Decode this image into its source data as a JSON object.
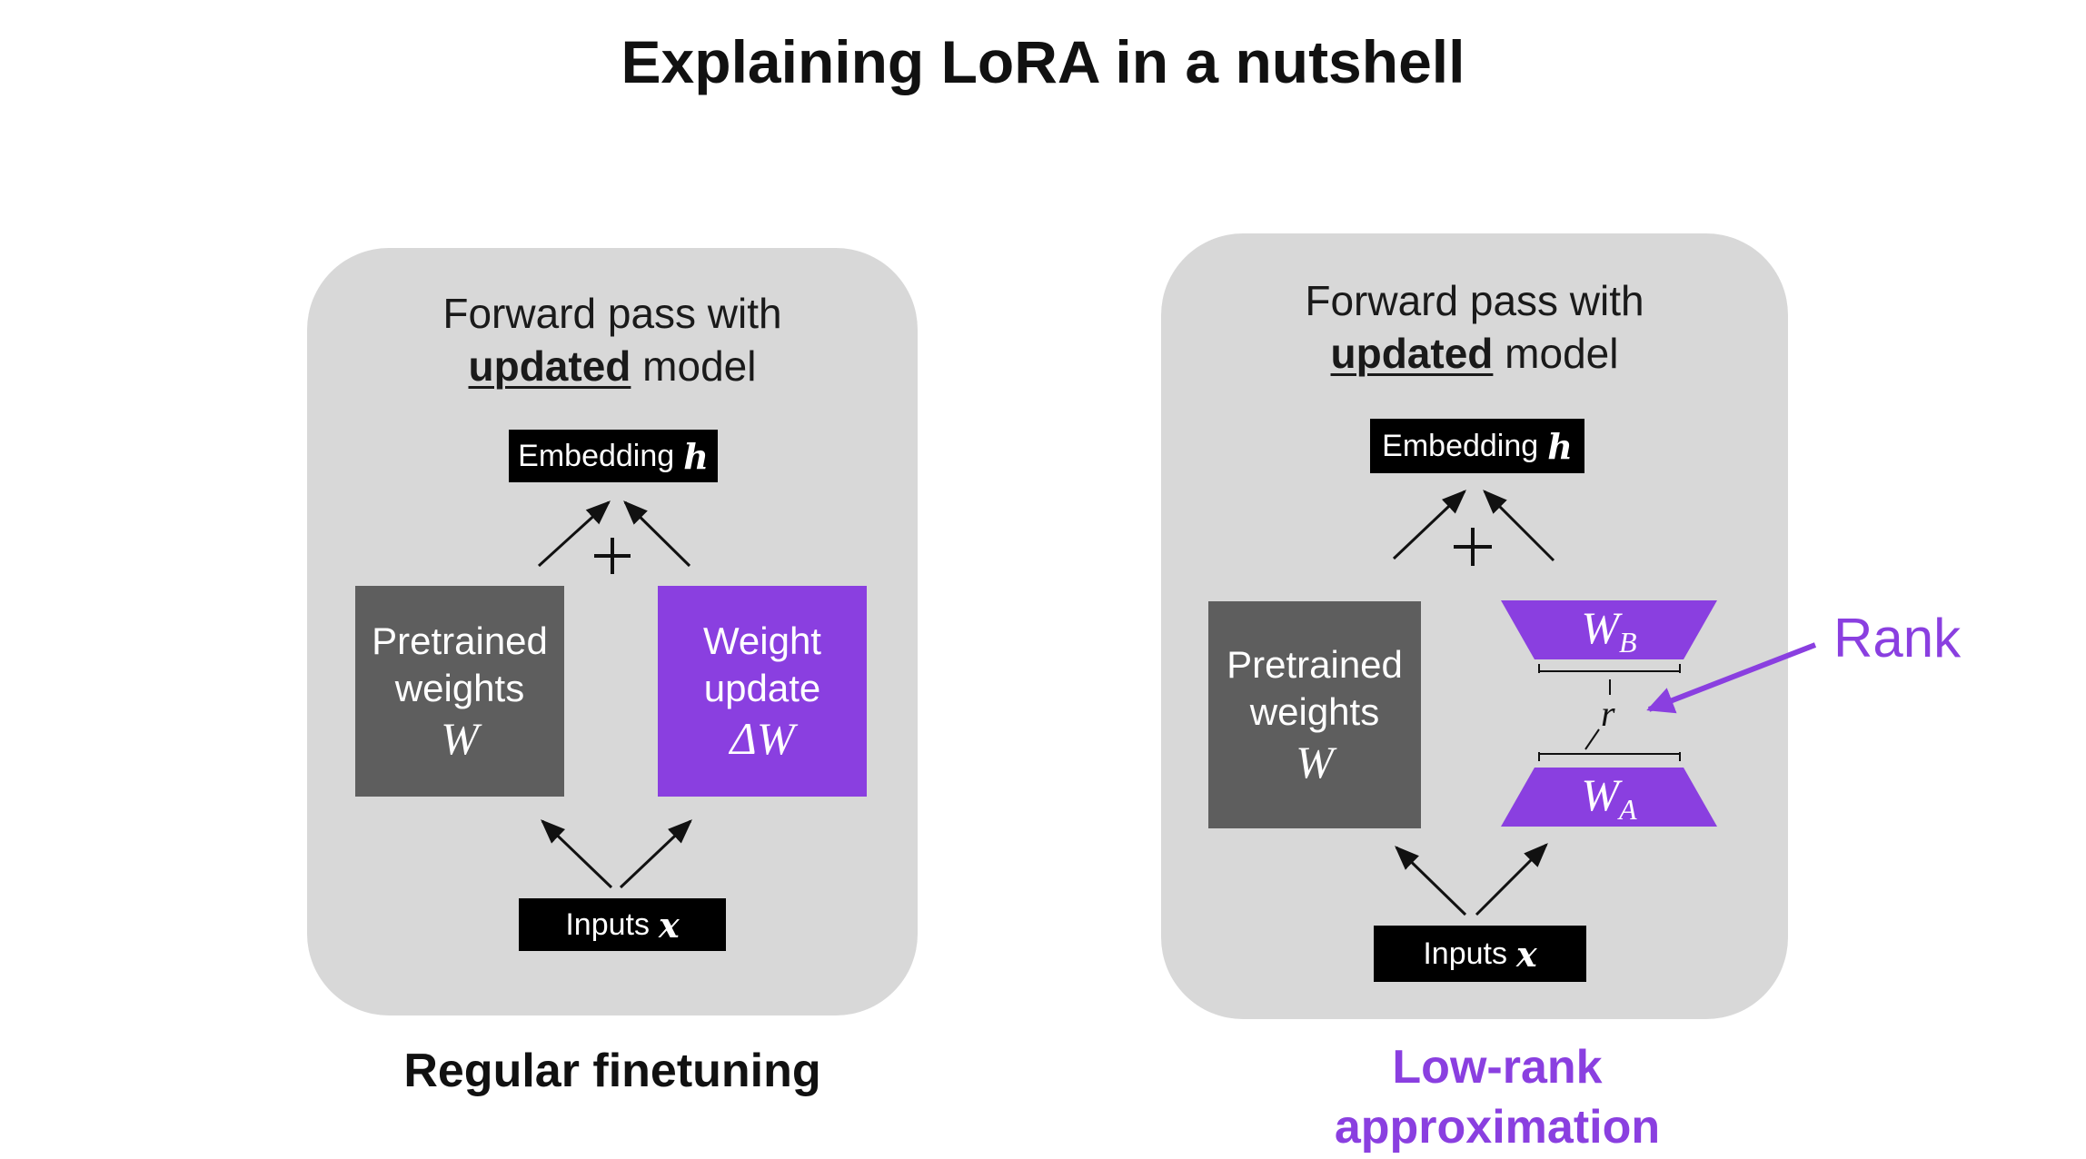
{
  "title": "Explaining LoRA in a nutshell",
  "colors": {
    "panel": "#d8d8d8",
    "accent": "#8a3fe0",
    "dark_block": "#5e5e5e",
    "label_box": "#000000"
  },
  "left": {
    "forward_line1": "Forward pass with",
    "forward_bold": "updated",
    "forward_rest": " model",
    "embedding_label": "Embedding",
    "embedding_symbol": "h",
    "plus": "+",
    "pretrained_line1": "Pretrained",
    "pretrained_line2": "weights",
    "pretrained_symbol": "W",
    "update_line1": "Weight",
    "update_line2": "update",
    "update_symbol": "ΔW",
    "inputs_label": "Inputs",
    "inputs_symbol": "x",
    "caption": "Regular finetuning"
  },
  "right": {
    "forward_line1": "Forward pass with",
    "forward_bold": "updated",
    "forward_rest": " model",
    "embedding_label": "Embedding",
    "embedding_symbol": "h",
    "plus": "+",
    "pretrained_line1": "Pretrained",
    "pretrained_line2": "weights",
    "pretrained_symbol": "W",
    "wb_symbol": "W",
    "wb_sub": "B",
    "wa_symbol": "W",
    "wa_sub": "A",
    "r_symbol": "r",
    "rank_label": "Rank",
    "inputs_label": "Inputs",
    "inputs_symbol": "x",
    "caption_line1": "Low-rank",
    "caption_line2": "approximation"
  }
}
